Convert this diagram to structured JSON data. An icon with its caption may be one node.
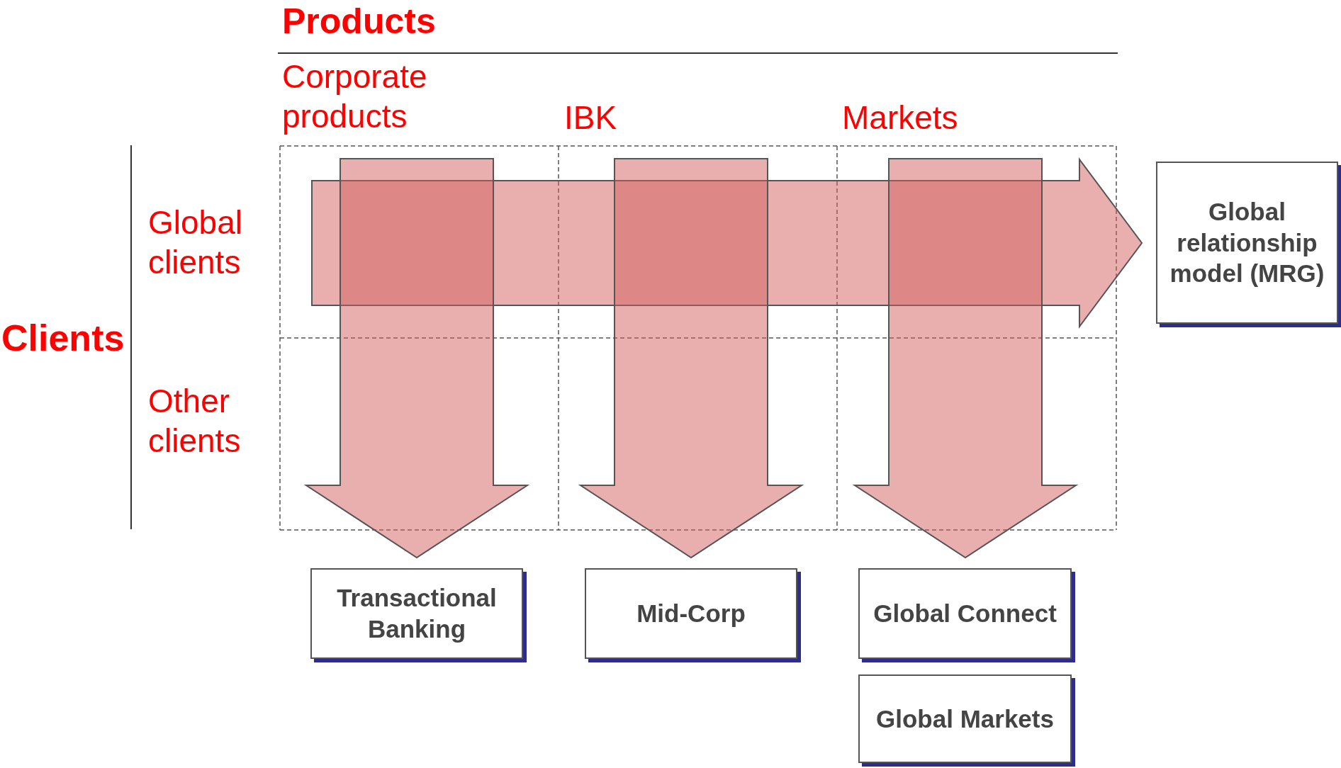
{
  "diagram": {
    "nodes": [
      {
        "text": [
          "Global relationship model (MRG)"
        ]
      },
      {
        "text": [
          "Transactional Banking"
        ]
      },
      {
        "text": [
          "Mid-Corp"
        ]
      },
      {
        "text": [
          "Global Connect"
        ]
      },
      {
        "text": [
          "Global Markets"
        ]
      }
    ],
    "edges": [
      {
        "from": null,
        "to": 0,
        "arrow": "to",
        "style": "thick"
      },
      {
        "from": null,
        "to": 1,
        "arrow": "to",
        "style": "thick"
      },
      {
        "from": null,
        "to": 2,
        "arrow": "to",
        "style": "thick"
      },
      {
        "from": null,
        "to": 3,
        "arrow": "to",
        "style": "thick"
      }
    ],
    "labels": [
      "Products",
      "Corporate products",
      "IBK",
      "Markets",
      "Clients",
      "Global clients",
      "Other clients"
    ]
  }
}
